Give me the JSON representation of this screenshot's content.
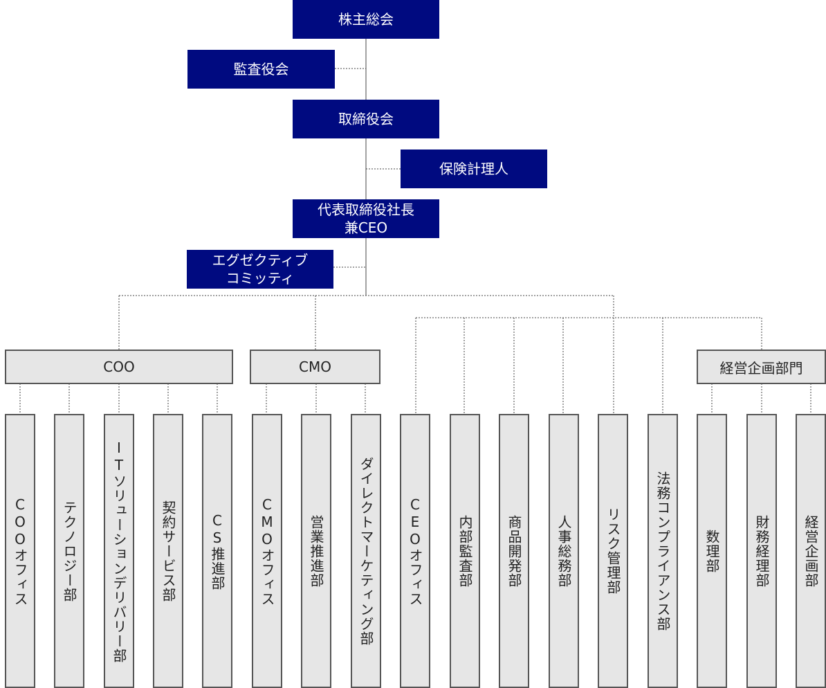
{
  "top": {
    "shareholders": "株主総会",
    "auditors": "監査役会",
    "board": "取締役会",
    "actuary": "保険計理人",
    "ceo_line1": "代表取締役社長",
    "ceo_line2": "兼CEO",
    "exec_line1": "エグゼクティブ",
    "exec_line2": "コミッティ"
  },
  "groups": {
    "coo": "COO",
    "cmo": "CMO",
    "planning": "経営企画部門"
  },
  "departments": [
    "COOオフィス",
    "テクノロジー部",
    "ITソリューションデリバリー部",
    "契約サービス部",
    "CS推進部",
    "CMOオフィス",
    "営業推進部",
    "ダイレクトマーケティング部",
    "CEOオフィス",
    "内部監査部",
    "商品開発部",
    "人事総務部",
    "リスク管理部",
    "法務コンプライアンス部",
    "数理部",
    "財務経理部",
    "経営企画部"
  ],
  "colors": {
    "navy": "#000a80",
    "box_fill": "#e6e6e6",
    "box_border": "#555555",
    "connector": "#444444"
  }
}
